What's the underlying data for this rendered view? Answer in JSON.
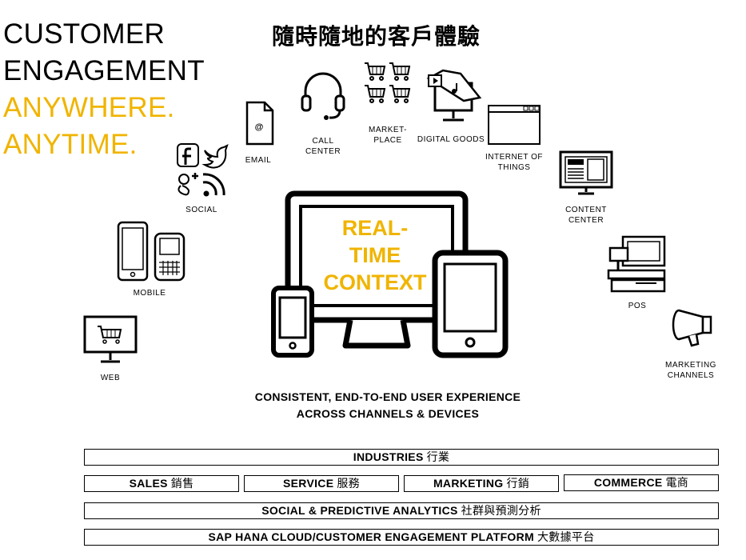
{
  "heading": {
    "line1": "CUSTOMER",
    "line2": "ENGAGEMENT",
    "line3": "ANYWHERE.",
    "line4": "ANYTIME.",
    "chinese": "隨時隨地的客戶體驗"
  },
  "channels": {
    "email": "EMAIL",
    "call_center_1": "CALL",
    "call_center_2": "CENTER",
    "marketplace_1": "MARKET-",
    "marketplace_2": "PLACE",
    "digital_goods": "DIGITAL  GOODS",
    "iot_1": "INTERNET  OF",
    "iot_2": "THINGS",
    "content_center_1": "CONTENT",
    "content_center_2": "CENTER",
    "social": "SOCIAL",
    "mobile": "MOBILE",
    "pos": "POS",
    "marketing_channels_1": "MARKETING",
    "marketing_channels_2": "CHANNELS",
    "web": "WEB",
    "email_at": "@"
  },
  "center": {
    "line1": "REAL-",
    "line2": "TIME",
    "line3": "CONTEXT"
  },
  "caption": {
    "line1": "CONSISTENT, END-TO-END USER EXPERIENCE",
    "line2": "ACROSS CHANNELS & DEVICES"
  },
  "layers": {
    "industries": {
      "en": "INDUSTRIES",
      "cn": "行業"
    },
    "sales": {
      "en": "SALES",
      "cn": "銷售"
    },
    "service": {
      "en": "SERVICE",
      "cn": "服務"
    },
    "marketing": {
      "en": "MARKETING",
      "cn": "行銷"
    },
    "commerce": {
      "en": "COMMERCE",
      "cn": "電商"
    },
    "analytics": {
      "en": "SOCIAL & PREDICTIVE ANALYTICS",
      "cn": "社群與預測分析"
    },
    "platform": {
      "en": "SAP HANA CLOUD/CUSTOMER ENGAGEMENT PLATFORM",
      "cn": "大數據平台"
    }
  },
  "colors": {
    "accent": "#f0b400",
    "ink": "#000000"
  }
}
